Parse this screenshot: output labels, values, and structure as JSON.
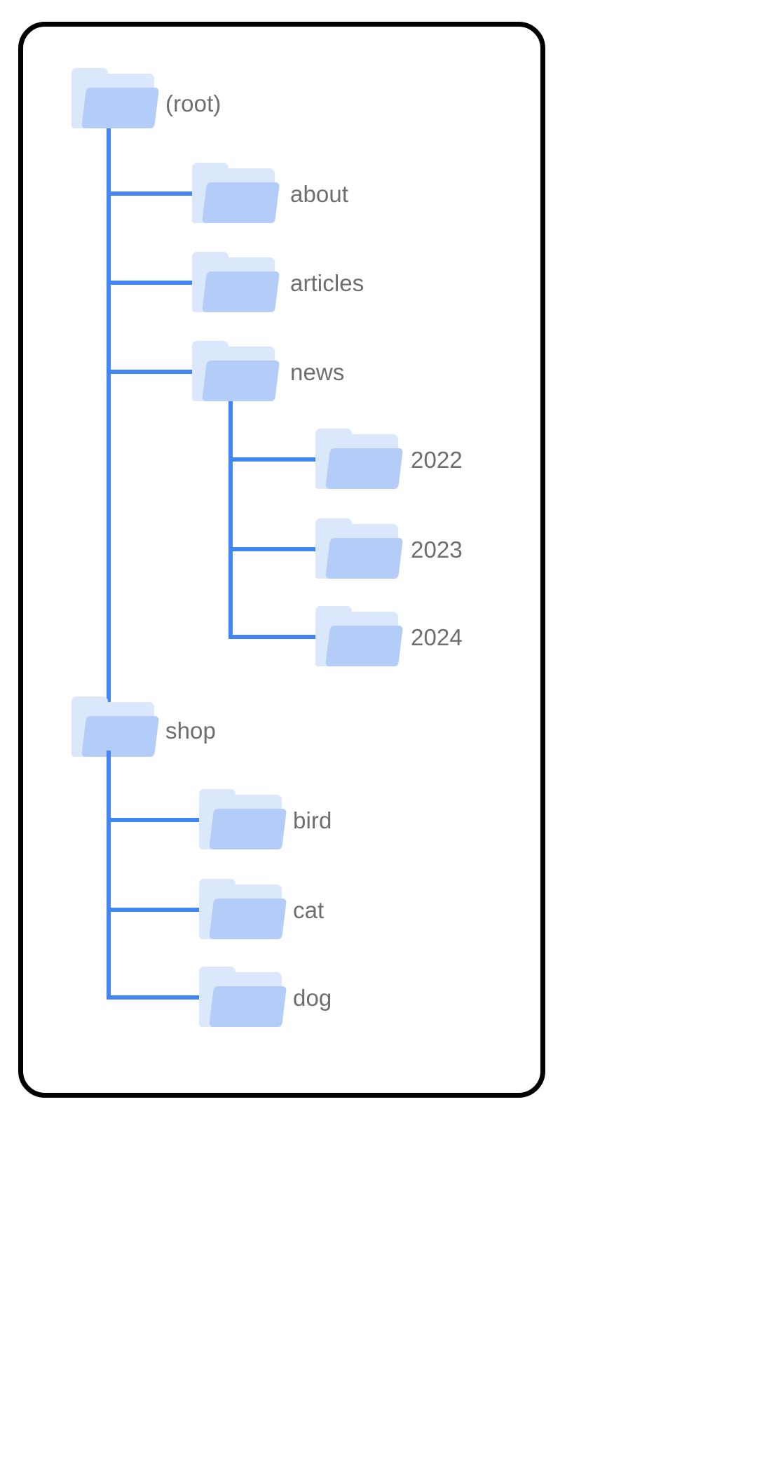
{
  "diagram": {
    "title": "folder-tree",
    "accent_color": "#4285f4",
    "folder_back_color": "#dbe7fb",
    "folder_front_color": "#b4cdf8",
    "label_color": "#6e6e6e",
    "border_color": "#000000",
    "background_color": "#ffffff"
  },
  "tree": {
    "root": {
      "label": "(root)",
      "depth": 0
    },
    "nodes": [
      {
        "id": "root",
        "label": "(root)",
        "depth": 0,
        "parent": null
      },
      {
        "id": "about",
        "label": "about",
        "depth": 1,
        "parent": "root"
      },
      {
        "id": "articles",
        "label": "articles",
        "depth": 1,
        "parent": "root"
      },
      {
        "id": "news",
        "label": "news",
        "depth": 1,
        "parent": "root"
      },
      {
        "id": "y2022",
        "label": "2022",
        "depth": 2,
        "parent": "news"
      },
      {
        "id": "y2023",
        "label": "2023",
        "depth": 2,
        "parent": "news"
      },
      {
        "id": "y2024",
        "label": "2024",
        "depth": 2,
        "parent": "news"
      },
      {
        "id": "shop",
        "label": "shop",
        "depth": 0,
        "parent": "root"
      },
      {
        "id": "bird",
        "label": "bird",
        "depth": 1,
        "parent": "shop"
      },
      {
        "id": "cat",
        "label": "cat",
        "depth": 1,
        "parent": "shop"
      },
      {
        "id": "dog",
        "label": "dog",
        "depth": 1,
        "parent": "shop"
      }
    ],
    "labels": {
      "root": "(root)",
      "about": "about",
      "articles": "articles",
      "news": "news",
      "y2022": "2022",
      "y2023": "2023",
      "y2024": "2024",
      "shop": "shop",
      "bird": "bird",
      "cat": "cat",
      "dog": "dog"
    }
  }
}
